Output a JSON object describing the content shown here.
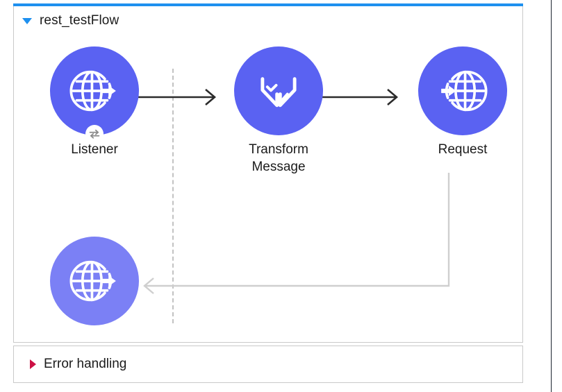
{
  "window": {
    "background_color": "#ffffff",
    "panel_divider_color": "#1c2330"
  },
  "flow": {
    "top_accent_color": "#1e90ef",
    "border_color": "#c9c9c9",
    "toggle_icon": "triangle-down-icon",
    "toggle_state": "expanded",
    "title": "rest_testFlow",
    "nodes": [
      {
        "id": "listener",
        "label": "Listener",
        "icon": "globe-inbound-arrow-icon",
        "badge_icon": "exchange-arrows-icon",
        "color": "#5a62f2",
        "variant": "solid"
      },
      {
        "id": "transform",
        "label": "Transform\nMessage",
        "label_line1": "Transform",
        "label_line2": "Message",
        "icon": "dataweave-logo-icon",
        "color": "#5a62f2",
        "variant": "solid"
      },
      {
        "id": "request",
        "label": "Request",
        "icon": "globe-outbound-arrow-icon",
        "color": "#5a62f2",
        "variant": "solid"
      },
      {
        "id": "listener-response",
        "label": "",
        "icon": "globe-inbound-arrow-icon",
        "color": "#7b80f5",
        "variant": "faded"
      }
    ],
    "connectors": [
      {
        "id": "listener-to-transform",
        "style": "solid-arrow",
        "color": "#2b2b2b",
        "direction": "right"
      },
      {
        "id": "transform-to-request",
        "style": "solid-arrow",
        "color": "#2b2b2b",
        "direction": "right"
      },
      {
        "id": "request-to-response",
        "style": "return-path",
        "color": "#cfcfcf",
        "direction": "left"
      },
      {
        "id": "source-boundary",
        "style": "dashed-vertical",
        "color": "#c2c2c2"
      }
    ]
  },
  "error_handling": {
    "toggle_icon": "triangle-right-icon",
    "toggle_state": "collapsed",
    "toggle_color": "#cc1144",
    "label": "Error handling"
  }
}
